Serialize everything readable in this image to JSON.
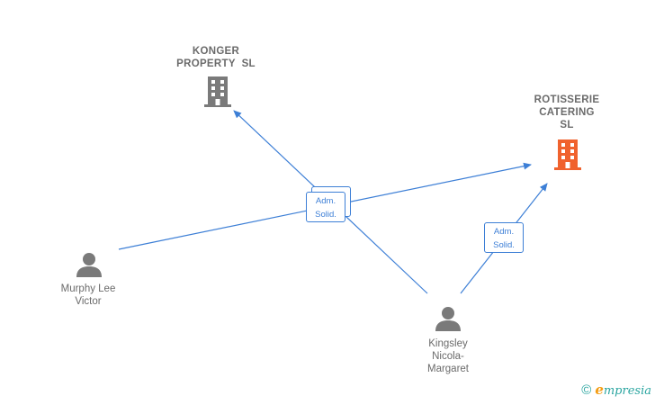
{
  "nodes": {
    "konger": {
      "line1": "KONGER",
      "line2": "PROPERTY  SL",
      "icon": "building-icon",
      "color": "#7a7a7a"
    },
    "rotisserie": {
      "line1": "ROTISSERIE",
      "line2": "CATERING",
      "line3": "SL",
      "icon": "building-icon",
      "color": "#f0622e"
    },
    "murphy": {
      "line1": "Murphy Lee",
      "line2": "Victor",
      "icon": "person-icon",
      "color": "#7a7a7a"
    },
    "kingsley": {
      "line1": "Kingsley",
      "line2": "Nicola-",
      "line3": "Margaret",
      "icon": "person-icon",
      "color": "#7a7a7a"
    }
  },
  "edges": {
    "center_badge": {
      "line1": "Adm.",
      "line2": "Solid."
    },
    "right_badge": {
      "line1": "Adm.",
      "line2": "Solid."
    },
    "color": "#3d7fd6"
  },
  "footer": {
    "copyright": "©",
    "brand_first": "e",
    "brand_rest": "mpresia"
  }
}
